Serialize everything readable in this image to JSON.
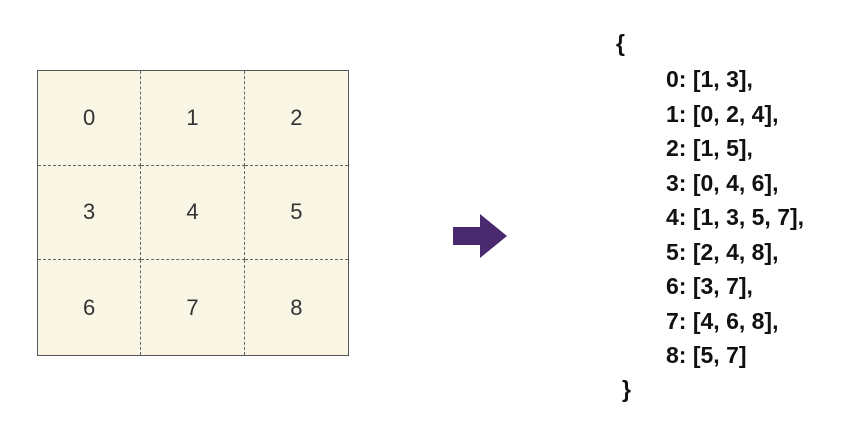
{
  "grid": {
    "cells": [
      "0",
      "1",
      "2",
      "3",
      "4",
      "5",
      "6",
      "7",
      "8"
    ],
    "background": "#f9f6e6"
  },
  "arrow": {
    "icon": "right-arrow-icon",
    "color": "#4a2a6e"
  },
  "adjacency": {
    "open_brace": "{",
    "close_brace": "}",
    "entries": [
      "0: [1, 3],",
      "1: [0, 2, 4],",
      "2: [1, 5],",
      "3: [0, 4, 6],",
      "4: [1, 3, 5, 7],",
      "5: [2, 4, 8],",
      "6: [3, 7],",
      "7: [4, 6, 8],",
      "8: [5, 7]"
    ]
  }
}
